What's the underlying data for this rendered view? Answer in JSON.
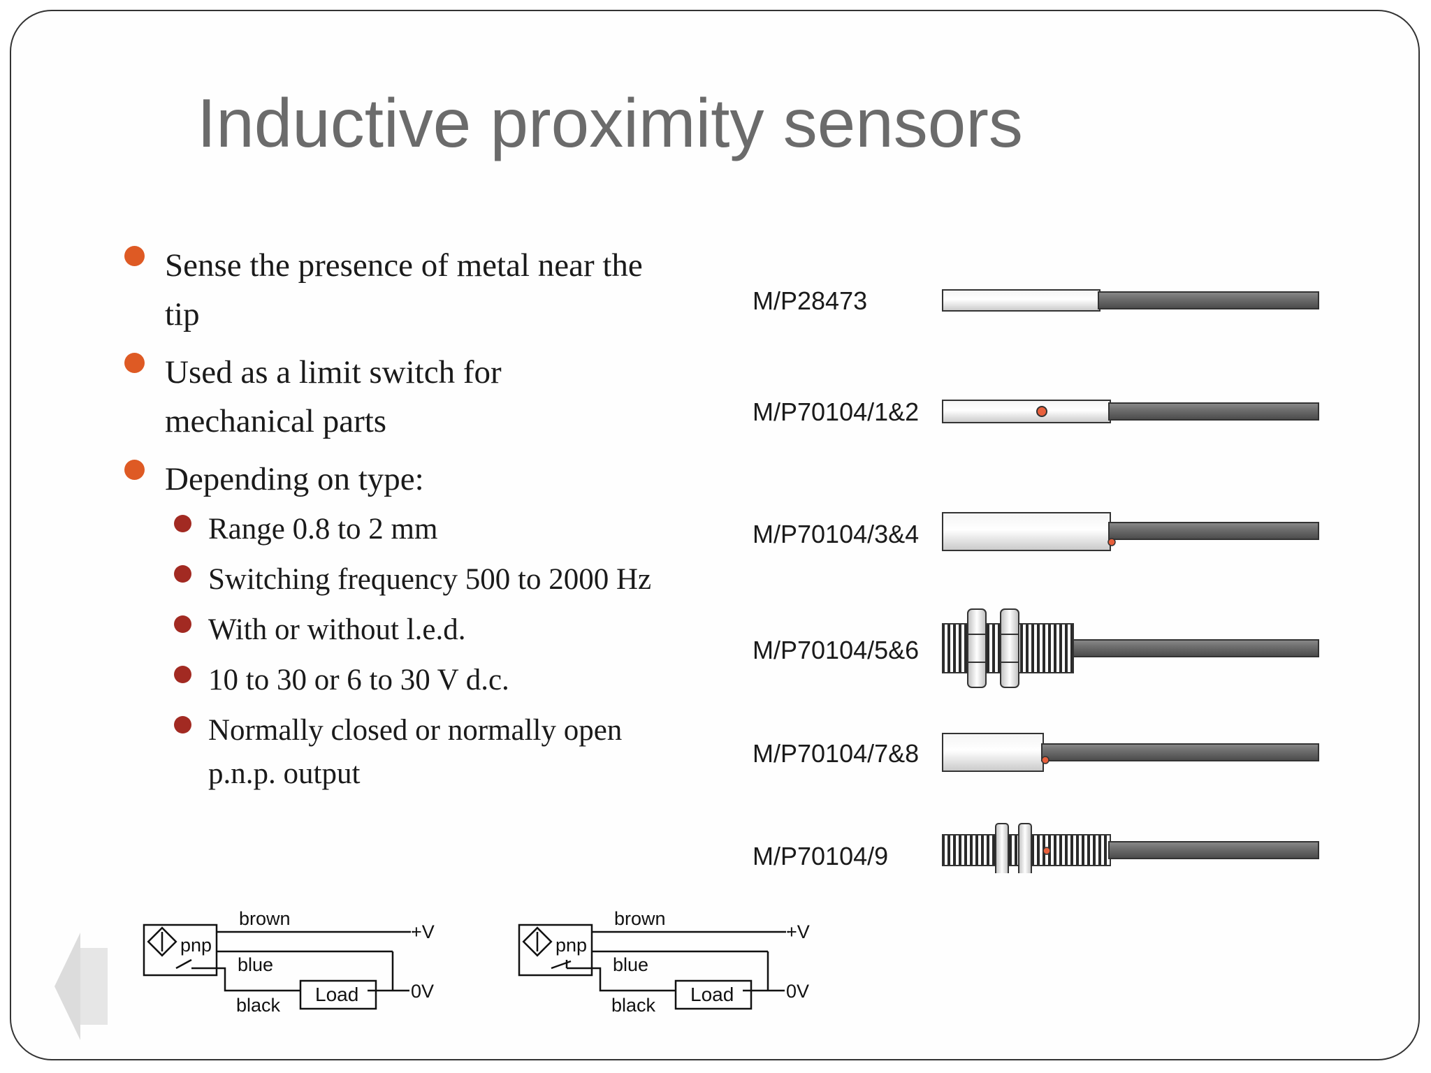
{
  "slide": {
    "title": "Inductive proximity sensors",
    "bullets": [
      {
        "line1": "Sense the presence of metal near the",
        "line2": "tip"
      },
      {
        "line1": "Used as a limit switch for",
        "line2": "mechanical parts"
      },
      {
        "line1": "Depending on type:"
      }
    ],
    "sub_bullets": [
      {
        "line1": "Range 0.8 to 2 mm"
      },
      {
        "line1": "Switching frequency 500 to 2000 Hz"
      },
      {
        "line1": "With or without l.e.d."
      },
      {
        "line1": "10 to 30 or 6 to 30 V d.c."
      },
      {
        "line1": "Normally closed or normally open",
        "line2": "p.n.p. output"
      }
    ]
  },
  "sensors": [
    {
      "model": "M/P28473",
      "style": "plain-slim",
      "led": false
    },
    {
      "model": "M/P70104/1&2",
      "style": "plain-slim",
      "led": true
    },
    {
      "model": "M/P70104/3&4",
      "style": "plain-thick",
      "led": true
    },
    {
      "model": "M/P70104/5&6",
      "style": "threaded-large",
      "led": false
    },
    {
      "model": "M/P70104/7&8",
      "style": "plain-short",
      "led": true
    },
    {
      "model": "M/P70104/9",
      "style": "threaded-small",
      "led": true
    }
  ],
  "circuits": [
    {
      "sensor_label": "pnp",
      "wire_top": "brown",
      "wire_mid": "blue",
      "wire_bottom": "black",
      "load": "Load",
      "supply_pos": "+V",
      "supply_neg": "0V",
      "contact": "normally-open"
    },
    {
      "sensor_label": "pnp",
      "wire_top": "brown",
      "wire_mid": "blue",
      "wire_bottom": "black",
      "load": "Load",
      "supply_pos": "+V",
      "supply_neg": "0V",
      "contact": "normally-closed"
    }
  ],
  "colors": {
    "title": "#6b6b6b",
    "bullet_primary": "#de5a24",
    "bullet_secondary": "#a22a22",
    "cable": "#6e6e6e",
    "led": "#e8603c"
  },
  "icons": {
    "nav": "back-arrow-icon"
  }
}
